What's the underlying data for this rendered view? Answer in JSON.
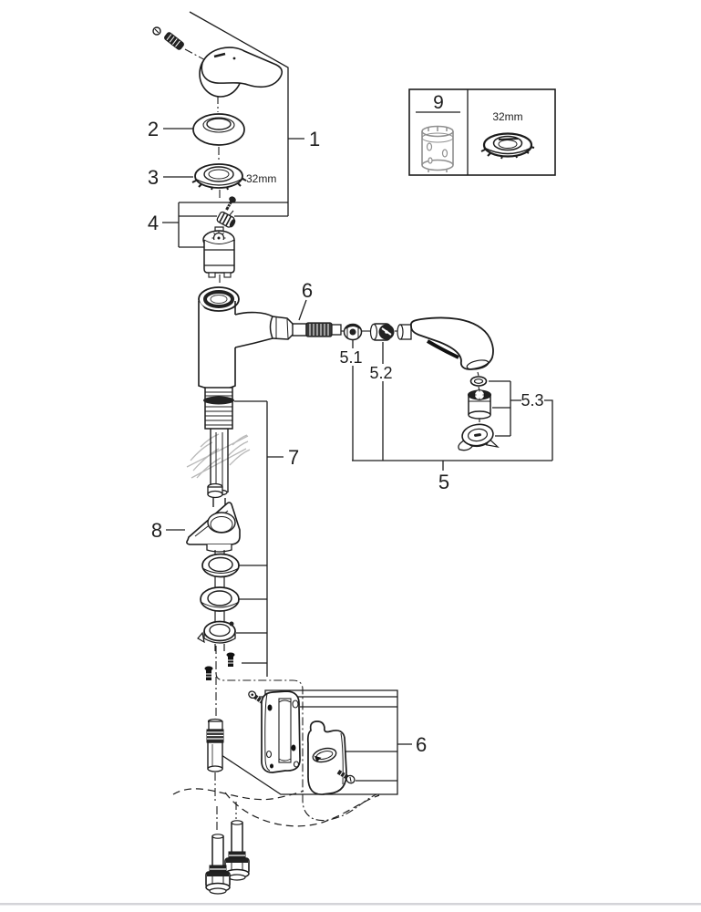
{
  "diagram": {
    "kind": "exploded-parts-diagram",
    "subject": "single-lever pull-out spray kitchen faucet",
    "background": "#ffffff",
    "line_color": "#1c1c1c",
    "tool_gray": "#8f8f8f",
    "hatch_gray": "#b9b9b9",
    "footer_line_color": "#d4d4d8",
    "callouts": {
      "c1": "1",
      "c2": "2",
      "c3": "3",
      "c4": "4",
      "c5": "5",
      "c5_1": "5.1",
      "c5_2": "5.2",
      "c5_3": "5.3",
      "c6_spout_hose": "6",
      "c6_holder": "6",
      "c7": "7",
      "c8": "8",
      "size_32mm": "32mm"
    },
    "inset_box": {
      "label": "9",
      "size_note": "32mm"
    }
  }
}
